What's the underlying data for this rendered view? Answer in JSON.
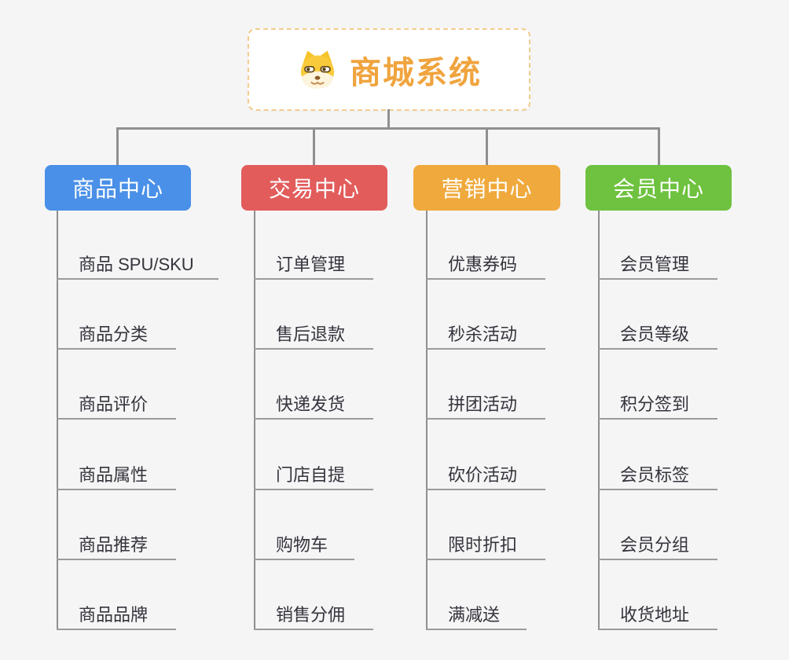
{
  "root": {
    "title": "商城系统",
    "icon": "doge-icon"
  },
  "colors": {
    "background": "#f5f5f6",
    "connector": "#8f8f8f",
    "leaf_line": "#9b9b9b",
    "leaf_text": "#34343c",
    "root_border": "#f2cc8f",
    "root_title": "#f0a43e"
  },
  "branches": [
    {
      "label": "商品中心",
      "color": "#4a90e8",
      "items": [
        "商品 SPU/SKU",
        "商品分类",
        "商品评价",
        "商品属性",
        "商品推荐",
        "商品品牌"
      ]
    },
    {
      "label": "交易中心",
      "color": "#e25c5c",
      "items": [
        "订单管理",
        "售后退款",
        "快递发货",
        "门店自提",
        "购物车",
        "销售分佣"
      ]
    },
    {
      "label": "营销中心",
      "color": "#efa93c",
      "items": [
        "优惠券码",
        "秒杀活动",
        "拼团活动",
        "砍价活动",
        "限时折扣",
        "满减送"
      ]
    },
    {
      "label": "会员中心",
      "color": "#6ec23f",
      "items": [
        "会员管理",
        "会员等级",
        "积分签到",
        "会员标签",
        "会员分组",
        "收货地址"
      ]
    }
  ]
}
